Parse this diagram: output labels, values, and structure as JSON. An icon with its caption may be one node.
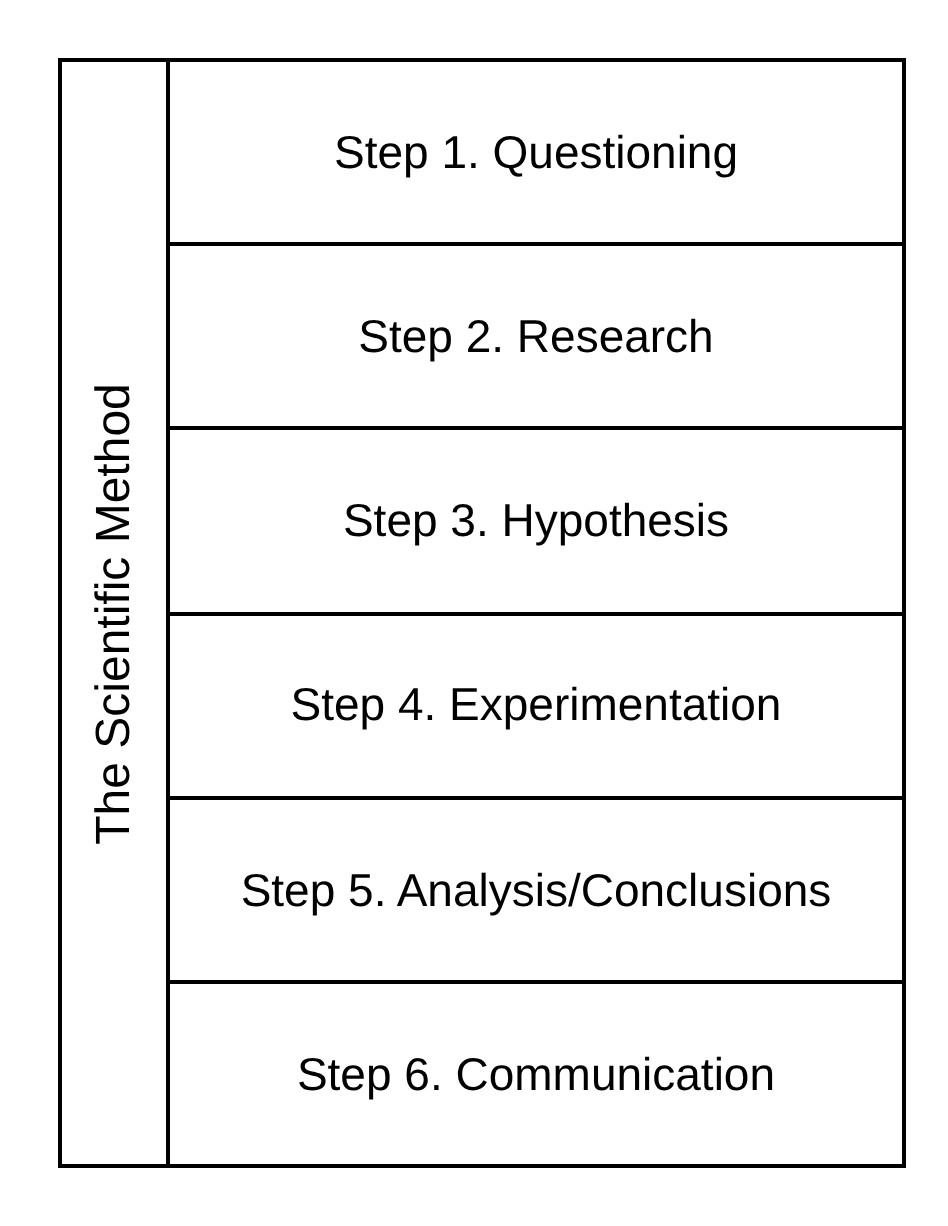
{
  "diagram": {
    "nodes": [
      {
        "text": [
          "The Scientific Method"
        ]
      },
      {
        "text": [
          "Step 1. Questioning"
        ],
        "in": 0
      },
      {
        "text": [
          "Step 2. Research"
        ],
        "in": 0
      },
      {
        "text": [
          "Step 3. Hypothesis"
        ],
        "in": 0
      },
      {
        "text": [
          "Step 4. Experimentation"
        ],
        "in": 0
      },
      {
        "text": [
          "Step 5. Analysis/Conclusions"
        ],
        "in": 0
      },
      {
        "text": [
          "Step 6. Communication"
        ],
        "in": 0
      }
    ]
  }
}
